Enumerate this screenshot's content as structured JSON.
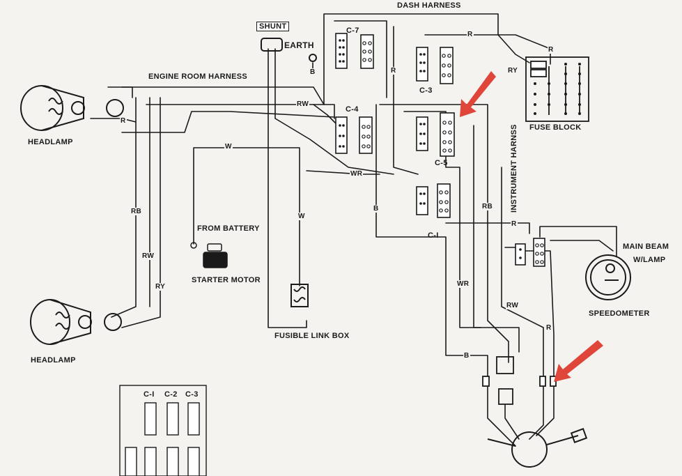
{
  "labels": {
    "dash_harness": "DASH HARNESS",
    "shunt": "SHUNT",
    "earth": "EARTH",
    "engine_room_harness": "ENGINE ROOM HARNESS",
    "headlamp_top": "HEADLAMP",
    "headlamp_bottom": "HEADLAMP",
    "from_battery": "FROM BATTERY",
    "starter_motor": "STARTER MOTOR",
    "fusible_link_box": "FUSIBLE LINK BOX",
    "fuse_block": "FUSE BLOCK",
    "instrument_harness": "INSTRUMENT HARNSS",
    "main_beam": "MAIN BEAM",
    "w_lamp": "W/LAMP",
    "speedometer": "SPEEDOMETER"
  },
  "connectors": {
    "c7": "C-7",
    "c4": "C-4",
    "c3": "C-3",
    "c5": "C-5",
    "c1": "C-I",
    "legend_c1": "C-I",
    "legend_c2": "C-2",
    "legend_c3": "C-3"
  },
  "wire_codes": {
    "r_top": "R",
    "ry_fuse": "RY",
    "r_fuse": "R",
    "r_dash": "R",
    "b_earth": "B",
    "rw_engine": "RW",
    "r_headlamp": "R",
    "w_battery": "W",
    "w_link": "W",
    "rb_left": "RB",
    "rw_left": "RW",
    "ry_left": "RY",
    "wr_mid": "WR",
    "b_mid": "B",
    "rb_right": "RB",
    "r_inst": "R",
    "wr_lower": "WR",
    "rw_lower": "RW",
    "r_lower": "R",
    "b_lower": "B"
  },
  "annotations": [
    {
      "name": "arrow-pointing-c5",
      "color": "#e0453a"
    },
    {
      "name": "arrow-pointing-switch-terminal",
      "color": "#e0453a"
    }
  ],
  "colors": {
    "ink": "#1a1a1a",
    "paper": "#f4f3ef",
    "arrow": "#e0453a"
  }
}
